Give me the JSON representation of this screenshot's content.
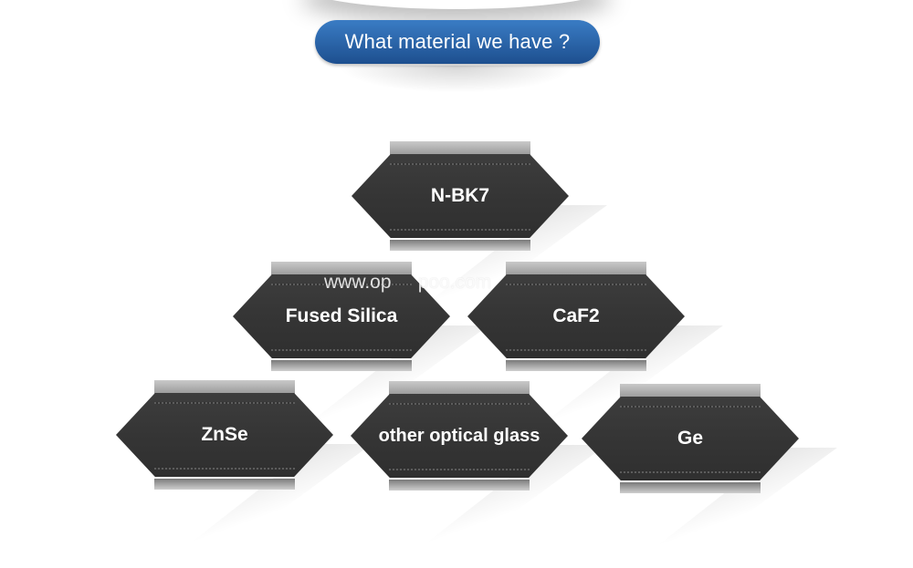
{
  "header": {
    "title": "What material we have ?"
  },
  "materials": [
    {
      "label": "N-BK7"
    },
    {
      "label": "Fused Silica"
    },
    {
      "label": "CaF2"
    },
    {
      "label": "ZnSe"
    },
    {
      "label": "other optical glass"
    },
    {
      "label": "Ge"
    }
  ],
  "watermark": {
    "text": "www.op     poo.com"
  },
  "colors": {
    "title_pill": "#2a63a8",
    "tile": "#383838",
    "text": "#ffffff"
  }
}
